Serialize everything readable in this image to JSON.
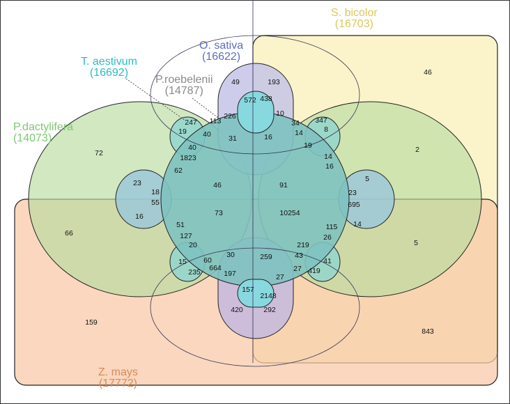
{
  "chart_data": {
    "type": "venn",
    "sets": [
      {
        "name": "S. bicolor",
        "size": "(16703)",
        "color": "#d9c95a"
      },
      {
        "name": "O. sativa",
        "size": "(16622)",
        "color": "#5a6fc0"
      },
      {
        "name": "T. aestivum",
        "size": "(16692)",
        "color": "#2bbcc4"
      },
      {
        "name": "P.roebelenii",
        "size": "(14787)",
        "color": "#8a8a8a"
      },
      {
        "name": "P.dactylifera",
        "size": "(14073)",
        "color": "#7cc870"
      },
      {
        "name": "Z. mays",
        "size": "(17772)",
        "color": "#d98a5a"
      }
    ],
    "region_values": [
      "46",
      "193",
      "49",
      "572",
      "438",
      "226",
      "113",
      "247",
      "10",
      "34",
      "347",
      "8",
      "19",
      "40",
      "31",
      "16",
      "14",
      "19",
      "40",
      "1823",
      "14",
      "72",
      "2",
      "62",
      "16",
      "23",
      "46",
      "91",
      "5",
      "18",
      "55",
      "23",
      "695",
      "16",
      "73",
      "10254",
      "66",
      "14",
      "51",
      "115",
      "127",
      "26",
      "5",
      "20",
      "219",
      "30",
      "259",
      "15",
      "60",
      "43",
      "41",
      "235",
      "664",
      "197",
      "27",
      "27",
      "419",
      "157",
      "2148",
      "420",
      "292",
      "159",
      "843"
    ]
  }
}
